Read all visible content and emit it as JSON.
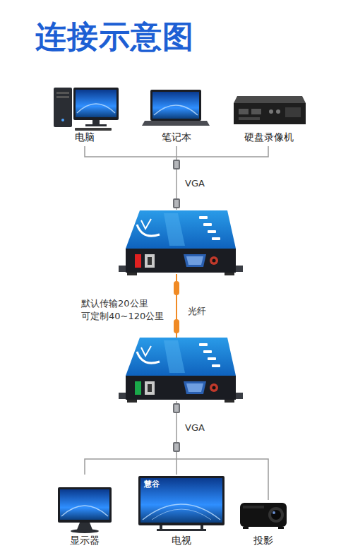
{
  "diagram": {
    "title": "连接示意图",
    "nodes": [
      {
        "text": [
          "电脑"
        ]
      },
      {
        "text": [
          "笔记本"
        ]
      },
      {
        "text": [
          "硬盘录像机"
        ]
      },
      {
        "text": [
          "显示器"
        ]
      },
      {
        "text": [
          "电视"
        ]
      },
      {
        "text": [
          "投影"
        ]
      }
    ],
    "labels": [
      "VGA",
      "默认传输20公里 可定制40~120公里",
      "光纤",
      "VGA",
      "慧谷"
    ]
  }
}
